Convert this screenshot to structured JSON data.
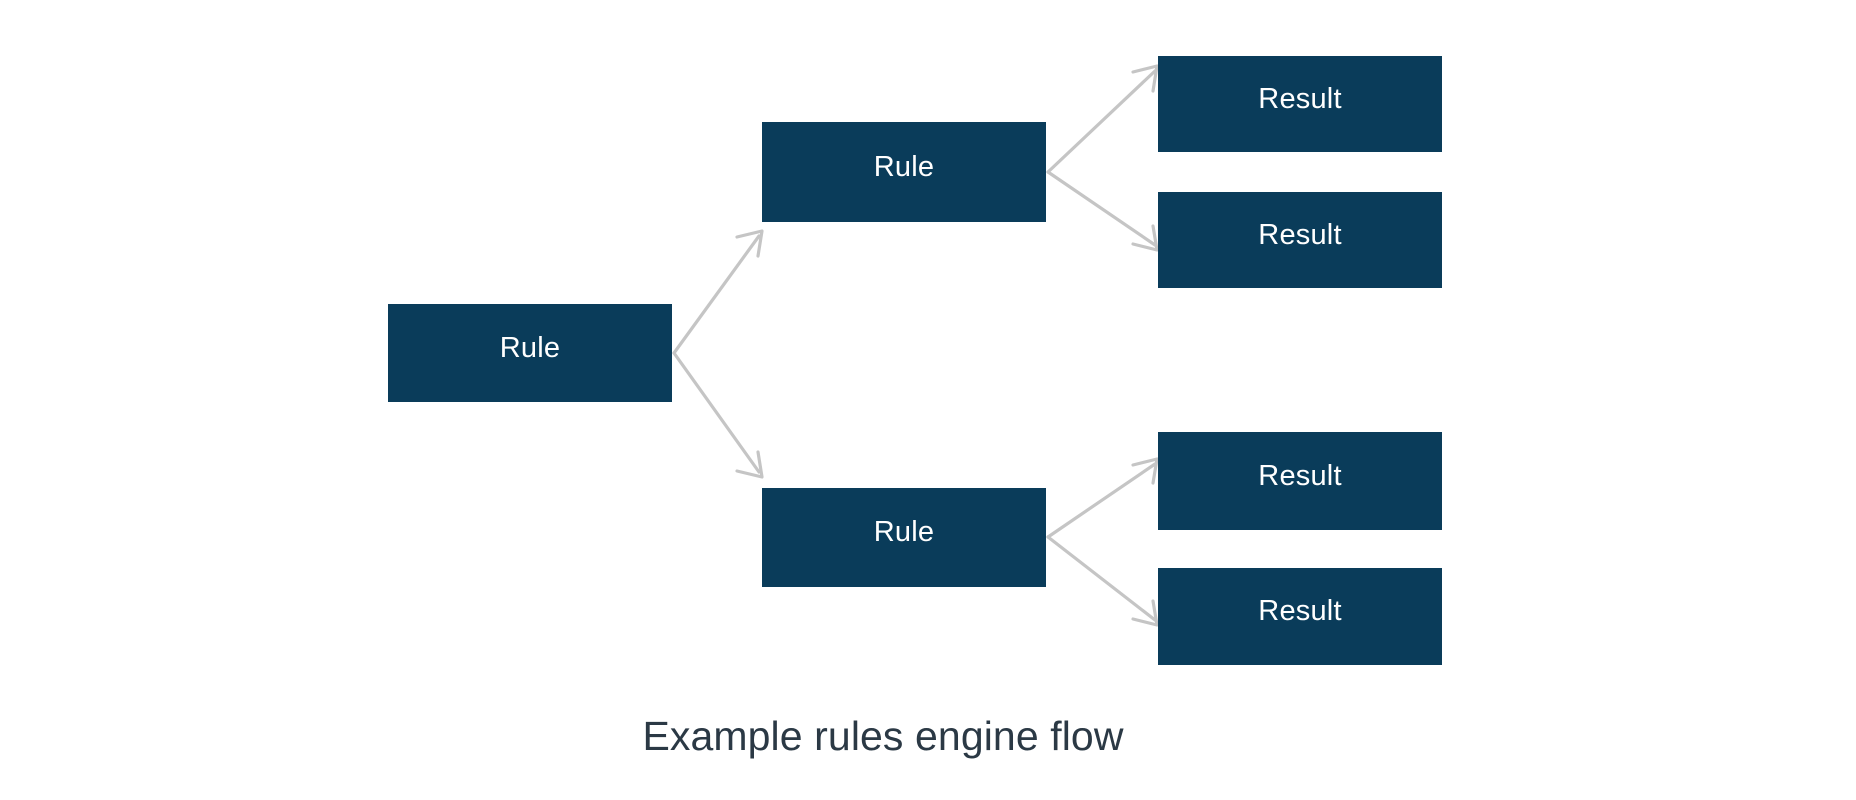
{
  "diagram": {
    "caption": "Example rules engine flow",
    "colors": {
      "node_fill": "#0a3c5a",
      "node_text": "#ffffff",
      "arrow": "#c5c5c5",
      "caption_text": "#2b3945",
      "background": "#ffffff"
    },
    "nodes": [
      {
        "id": "rule-root",
        "label": "Rule",
        "type": "rule",
        "level": 0
      },
      {
        "id": "rule-upper",
        "label": "Rule",
        "type": "rule",
        "level": 1
      },
      {
        "id": "rule-lower",
        "label": "Rule",
        "type": "rule",
        "level": 1
      },
      {
        "id": "result-1",
        "label": "Result",
        "type": "result",
        "level": 2
      },
      {
        "id": "result-2",
        "label": "Result",
        "type": "result",
        "level": 2
      },
      {
        "id": "result-3",
        "label": "Result",
        "type": "result",
        "level": 2
      },
      {
        "id": "result-4",
        "label": "Result",
        "type": "result",
        "level": 2
      }
    ],
    "edges": [
      {
        "from": "rule-root",
        "to": "rule-upper"
      },
      {
        "from": "rule-root",
        "to": "rule-lower"
      },
      {
        "from": "rule-upper",
        "to": "result-1"
      },
      {
        "from": "rule-upper",
        "to": "result-2"
      },
      {
        "from": "rule-lower",
        "to": "result-3"
      },
      {
        "from": "rule-lower",
        "to": "result-4"
      }
    ]
  }
}
